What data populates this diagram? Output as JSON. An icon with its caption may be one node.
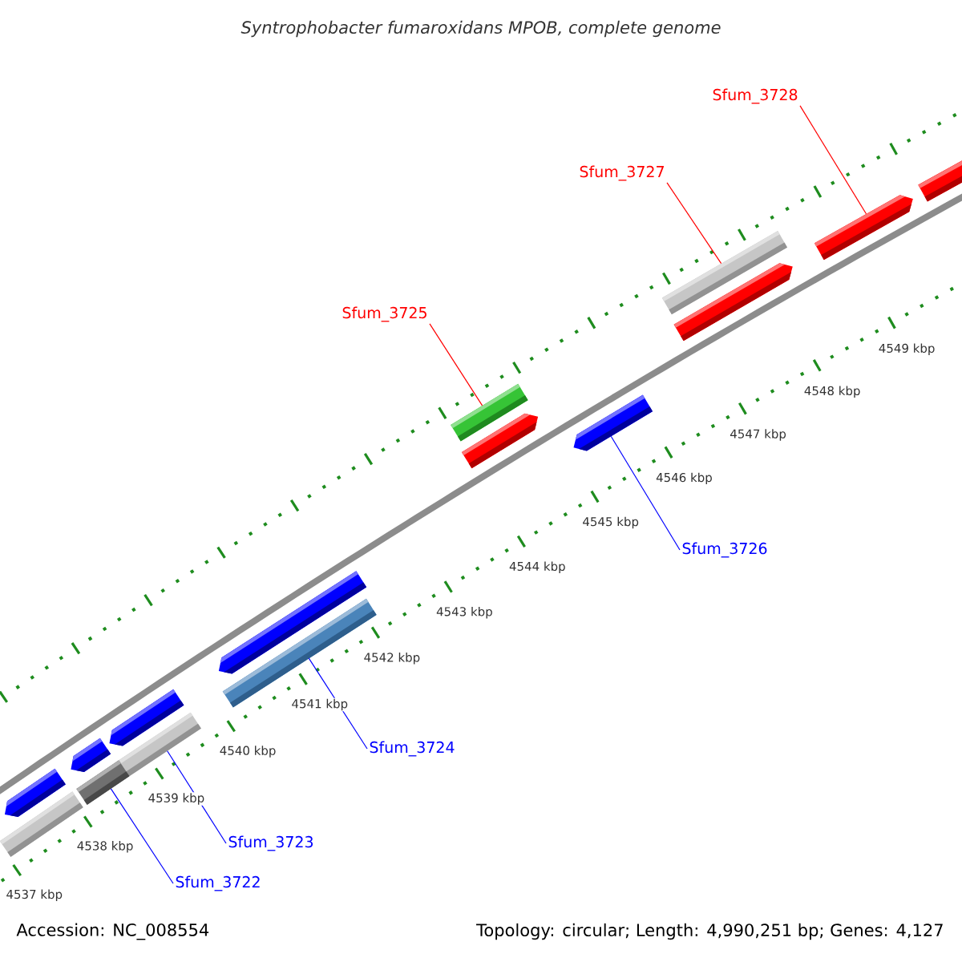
{
  "diagram": {
    "title": "Syntrophobacter fumaroxidans MPOB, complete genome",
    "nodes": [
      {
        "text": [
          "Sfum_3728"
        ]
      },
      {
        "text": [
          "Sfum_3727"
        ]
      },
      {
        "text": [
          "Sfum_3725"
        ]
      },
      {
        "text": [],
        "shape": "arrow"
      },
      {
        "text": [],
        "shape": "arrow"
      },
      {
        "text": [],
        "shape": "arrow"
      },
      {
        "text": [],
        "shape": "arrow"
      },
      {
        "text": [
          "Sfum_3726"
        ]
      },
      {
        "text": [],
        "shape": "arrow"
      },
      {
        "text": [
          "Sfum_3724"
        ]
      },
      {
        "text": [],
        "shape": "arrow"
      },
      {
        "text": [
          "Sfum_3723"
        ]
      },
      {
        "text": [],
        "shape": "arrow"
      },
      {
        "text": [
          "Sfum_3722"
        ]
      },
      {
        "text": [],
        "shape": "bar"
      },
      {
        "text": [],
        "shape": "bar"
      },
      {
        "text": [],
        "shape": "arrow"
      },
      {
        "text": [],
        "shape": "bar"
      },
      {
        "text": [],
        "shape": "bar"
      },
      {
        "text": [],
        "shape": "bar"
      },
      {
        "text": [],
        "shape": "arrow"
      },
      {
        "text": [],
        "shape": "bar"
      }
    ],
    "edges": [
      {
        "from": 0,
        "to": 3,
        "arrow": "none",
        "color": "#ff0000"
      },
      {
        "from": 1,
        "to": 15,
        "arrow": "none",
        "color": "#ff0000"
      },
      {
        "from": 2,
        "to": 14,
        "arrow": "none",
        "color": "#ff0000"
      },
      {
        "from": 7,
        "to": 6,
        "arrow": "none"
      },
      {
        "from": 9,
        "to": 17,
        "arrow": "none"
      },
      {
        "from": 11,
        "to": 18,
        "arrow": "none"
      },
      {
        "from": 13,
        "to": 19,
        "arrow": "none"
      }
    ],
    "labels": [
      "4537 kbp",
      "4538 kbp",
      "4539 kbp",
      "4540 kbp",
      "4541 kbp",
      "4542 kbp",
      "4543 kbp",
      "4544 kbp",
      "4545 kbp",
      "4546 kbp",
      "4547 kbp",
      "4548 kbp",
      "4549 kbp",
      "Accession: NC_008554",
      "Topology: circular; Length: 4,990,251 bp; Genes: 4,127"
    ]
  }
}
